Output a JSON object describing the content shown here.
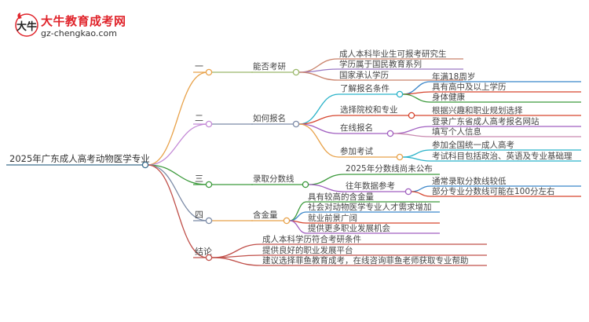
{
  "logo": {
    "title": "大牛教育成考网",
    "url": "gz-chengkao.com",
    "mark_text": "大牛"
  },
  "root": {
    "label": "2025年广东成人高考动物医学专业"
  },
  "branches": [
    {
      "label": "一",
      "color": "#e8a24a",
      "children": [
        {
          "label": "能否考研",
          "color": "#9ab86a",
          "leaves": [
            {
              "label": "成人本科毕业生可报考研究生",
              "color": "#c9826a"
            },
            {
              "label": "学历属于国民教育系列",
              "color": "#9a78c4"
            },
            {
              "label": "国家承认学历",
              "color": "#c9826a"
            }
          ]
        }
      ]
    },
    {
      "label": "二",
      "color": "#c48ad6",
      "children": [
        {
          "label": "如何报名",
          "color": "#7b8aa6",
          "subs": [
            {
              "label": "了解报名条件",
              "color": "#2bb3c9",
              "leaves": [
                {
                  "label": "年满18周岁",
                  "color": "#3b86c9"
                },
                {
                  "label": "具有高中及以上学历",
                  "color": "#d6462f"
                },
                {
                  "label": "身体健康",
                  "color": "#3c9a3c"
                }
              ]
            },
            {
              "label": "选择院校和专业",
              "color": "#d6462f",
              "leaves": [
                {
                  "label": "根据兴趣和职业规划选择",
                  "color": "#d6462f"
                }
              ]
            },
            {
              "label": "在线报名",
              "color": "#a05fc0",
              "leaves": [
                {
                  "label": "登录广东省成人高考报名网站",
                  "color": "#a05fc0"
                },
                {
                  "label": "填写个人信息",
                  "color": "#c98ab0"
                }
              ]
            },
            {
              "label": "参加考试",
              "color": "#e8a24a",
              "leaves": [
                {
                  "label": "参加全国统一成人高考",
                  "color": "#2bb3c9"
                },
                {
                  "label": "考试科目包括政治、英语及专业基础理",
                  "color": "#2bb3c9"
                }
              ]
            }
          ]
        }
      ]
    },
    {
      "label": "三",
      "color": "#3c9a3c",
      "children": [
        {
          "label": "录取分数线",
          "color": "#3c9a3c",
          "subs": [
            {
              "label": "2025年分数线尚未公布",
              "color": "#3c9a3c",
              "leaves": []
            },
            {
              "label": "往年数据参考",
              "color": "#a05fc0",
              "leaves": [
                {
                  "label": "通常录取分数线较低",
                  "color": "#3b86c9"
                },
                {
                  "label": "部分专业分数线可能在100分左右",
                  "color": "#d6462f"
                }
              ]
            }
          ]
        }
      ]
    },
    {
      "label": "四",
      "color": "#7b8aa6",
      "children": [
        {
          "label": "含金量",
          "color": "#e8a24a",
          "leaves": [
            {
              "label": "具有较高的含金量",
              "color": "#3c9a3c"
            },
            {
              "label": "社会对动物医学专业人才需求增加",
              "color": "#3b86c9"
            },
            {
              "label": "就业前景广阔",
              "color": "#d6462f"
            },
            {
              "label": "提供更多职业发展机会",
              "color": "#a05fc0"
            }
          ]
        }
      ]
    },
    {
      "label": "结论",
      "color": "#c0504a",
      "children": [
        {
          "label": "",
          "color": "#c0504a",
          "leaves": [
            {
              "label": "成人本科学历符合考研条件",
              "color": "#c0504a"
            },
            {
              "label": "提供良好的职业发展平台",
              "color": "#c0504a"
            },
            {
              "label": "建议选择菲鱼教育成考，在线咨询菲鱼老师获取专业帮助",
              "color": "#c0504a"
            }
          ]
        }
      ]
    }
  ]
}
